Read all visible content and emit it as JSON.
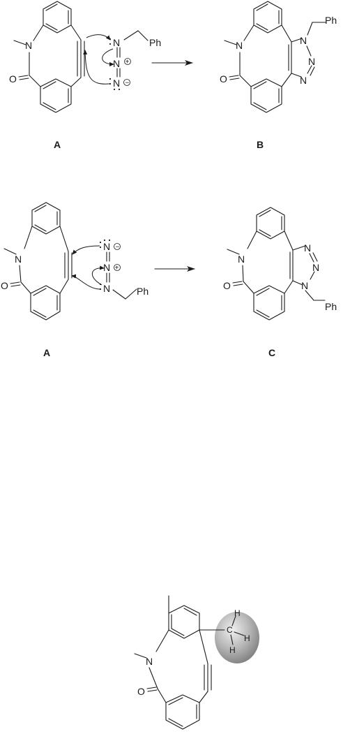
{
  "scheme1": {
    "left_label": "A",
    "right_label": "B",
    "reactant_atoms": {
      "n_amide": "N",
      "o_carbonyl": "O",
      "n_azide_1": "N",
      "n_azide_2": "N",
      "n_azide_3": "N",
      "ph": "Ph"
    },
    "product_atoms": {
      "n_amide": "N",
      "o_carbonyl": "O",
      "n_triazole_1": "N",
      "n_triazole_2": "N",
      "n_triazole_3": "N",
      "ph": "Ph"
    }
  },
  "scheme2": {
    "left_label": "A",
    "right_label": "C",
    "reactant_atoms": {
      "n_amide": "N",
      "o_carbonyl": "O",
      "n_azide_1": "N",
      "n_azide_2": "N",
      "n_azide_3": "N",
      "ph": "Ph"
    },
    "product_atoms": {
      "n_amide": "N",
      "o_carbonyl": "O",
      "n_triazole_1": "N",
      "n_triazole_2": "N",
      "n_triazole_3": "N",
      "ph": "Ph"
    }
  },
  "structure3": {
    "atoms": {
      "n_amide": "N",
      "o_carbonyl": "O",
      "c_methyl": "C",
      "h1": "H",
      "h2": "H",
      "h3": "H"
    },
    "highlight_color": "#9a9a9a"
  }
}
